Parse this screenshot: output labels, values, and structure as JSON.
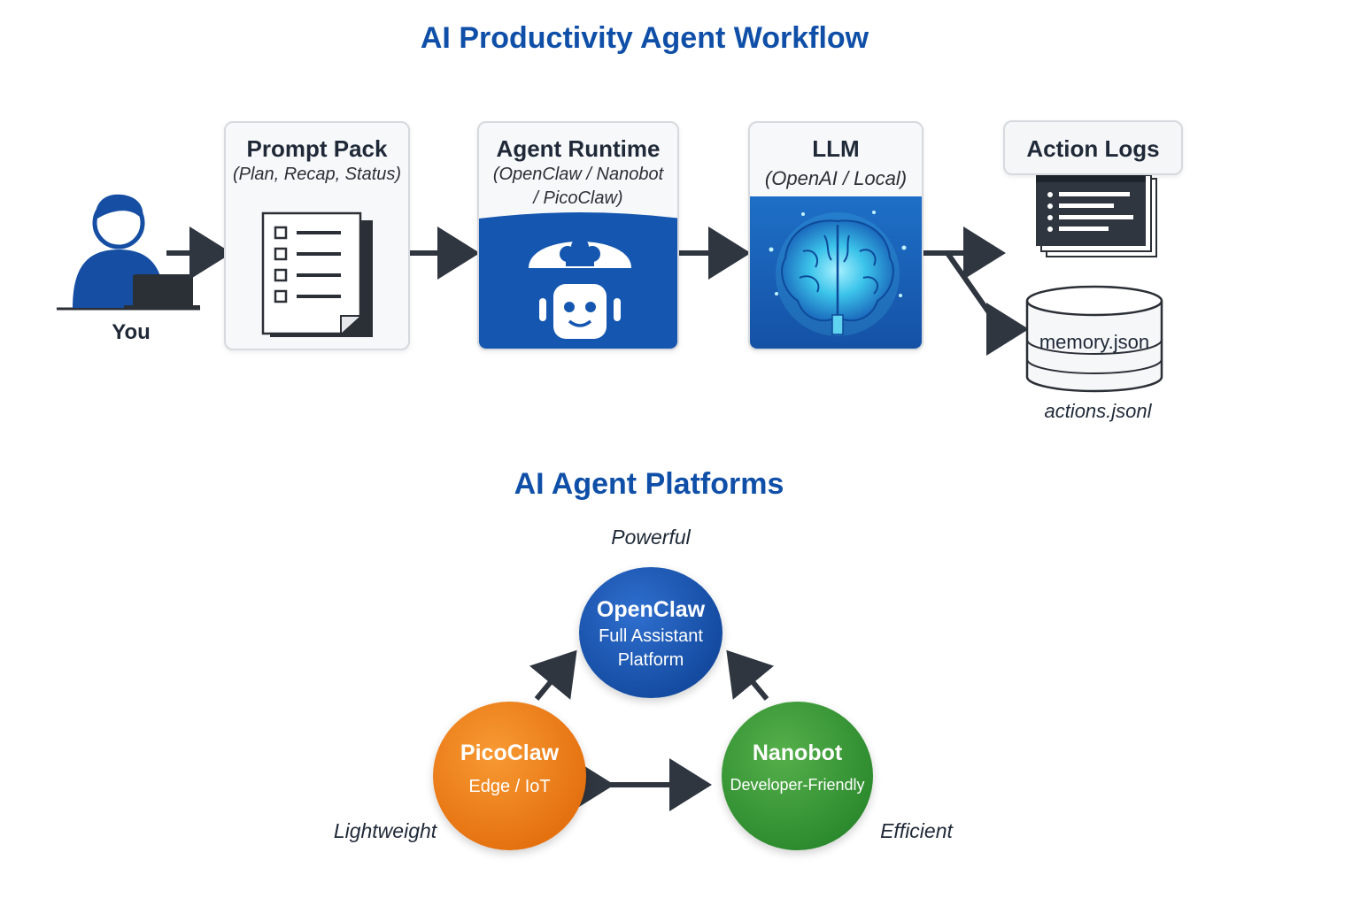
{
  "workflow": {
    "title": "AI Productivity Agent Workflow",
    "user_label": "You",
    "prompt_pack": {
      "title": "Prompt Pack",
      "subtitle": "(Plan, Recap, Status)"
    },
    "agent_runtime": {
      "title": "Agent Runtime",
      "subtitle_line1": "(OpenClaw / Nanobot",
      "subtitle_line2": "/ PicoClaw)"
    },
    "llm": {
      "title": "LLM",
      "subtitle": "(OpenAI / Local)"
    },
    "action_logs": {
      "title": "Action Logs"
    },
    "memory": {
      "label": "memory.json",
      "caption": "actions.jsonl"
    }
  },
  "platforms": {
    "title": "AI Agent Platforms",
    "openclaw": {
      "name": "OpenClaw",
      "desc_line1": "Full Assistant",
      "desc_line2": "Platform",
      "trait": "Powerful"
    },
    "picoclaw": {
      "name": "PicoClaw",
      "desc": "Edge / IoT",
      "trait": "Lightweight"
    },
    "nanobot": {
      "name": "Nanobot",
      "desc": "Developer-Friendly",
      "trait": "Efficient"
    }
  },
  "colors": {
    "title_blue": "#0f4fa8",
    "runtime_blue": "#1557b0",
    "openclaw_blue": "#1a56b0",
    "picoclaw_orange": "#ef8420",
    "nanobot_green": "#3f9c3a",
    "arrow_dark": "#2f3640"
  },
  "icons": [
    "person-laptop-icon",
    "checklist-document-icon",
    "robot-icon",
    "brain-icon",
    "terminal-log-icon",
    "database-cylinder-icon"
  ]
}
